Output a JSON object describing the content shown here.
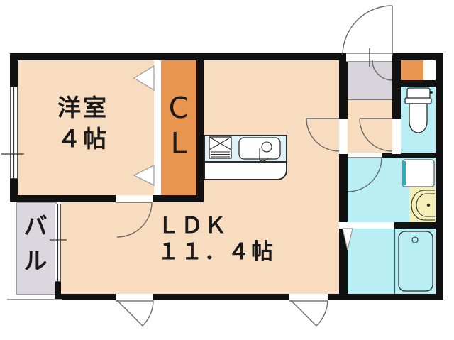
{
  "colors": {
    "wall": "#111111",
    "room": "#f8dcc0",
    "closet": "#e8964f",
    "wet": "#b9eef5",
    "entry": "#d8d3da",
    "balcony": "#dcd7de",
    "counter_top": "#dff1f7",
    "basin": "#f4efb6",
    "teal": "#1fb6c4",
    "line": "#6a6a6a",
    "text": "#1a1a1a",
    "sill": "#9a9a9a"
  },
  "labels": {
    "western_room": {
      "line1": "洋室",
      "line2": "４帖"
    },
    "closet": {
      "line1": "C",
      "line2": "L"
    },
    "ldk": {
      "line1": "ＬＤＫ",
      "line2": "１１．４帖"
    },
    "balcony": {
      "line1": "バ",
      "line2": "ル"
    }
  },
  "icons": [
    "entrance-door-icon",
    "stove-icon",
    "kitchen-sink-icon",
    "toilet-icon",
    "washing-machine-icon",
    "washbasin-icon",
    "bathtub-icon",
    "door-swing-icon",
    "folding-door-icon",
    "window-icon"
  ]
}
